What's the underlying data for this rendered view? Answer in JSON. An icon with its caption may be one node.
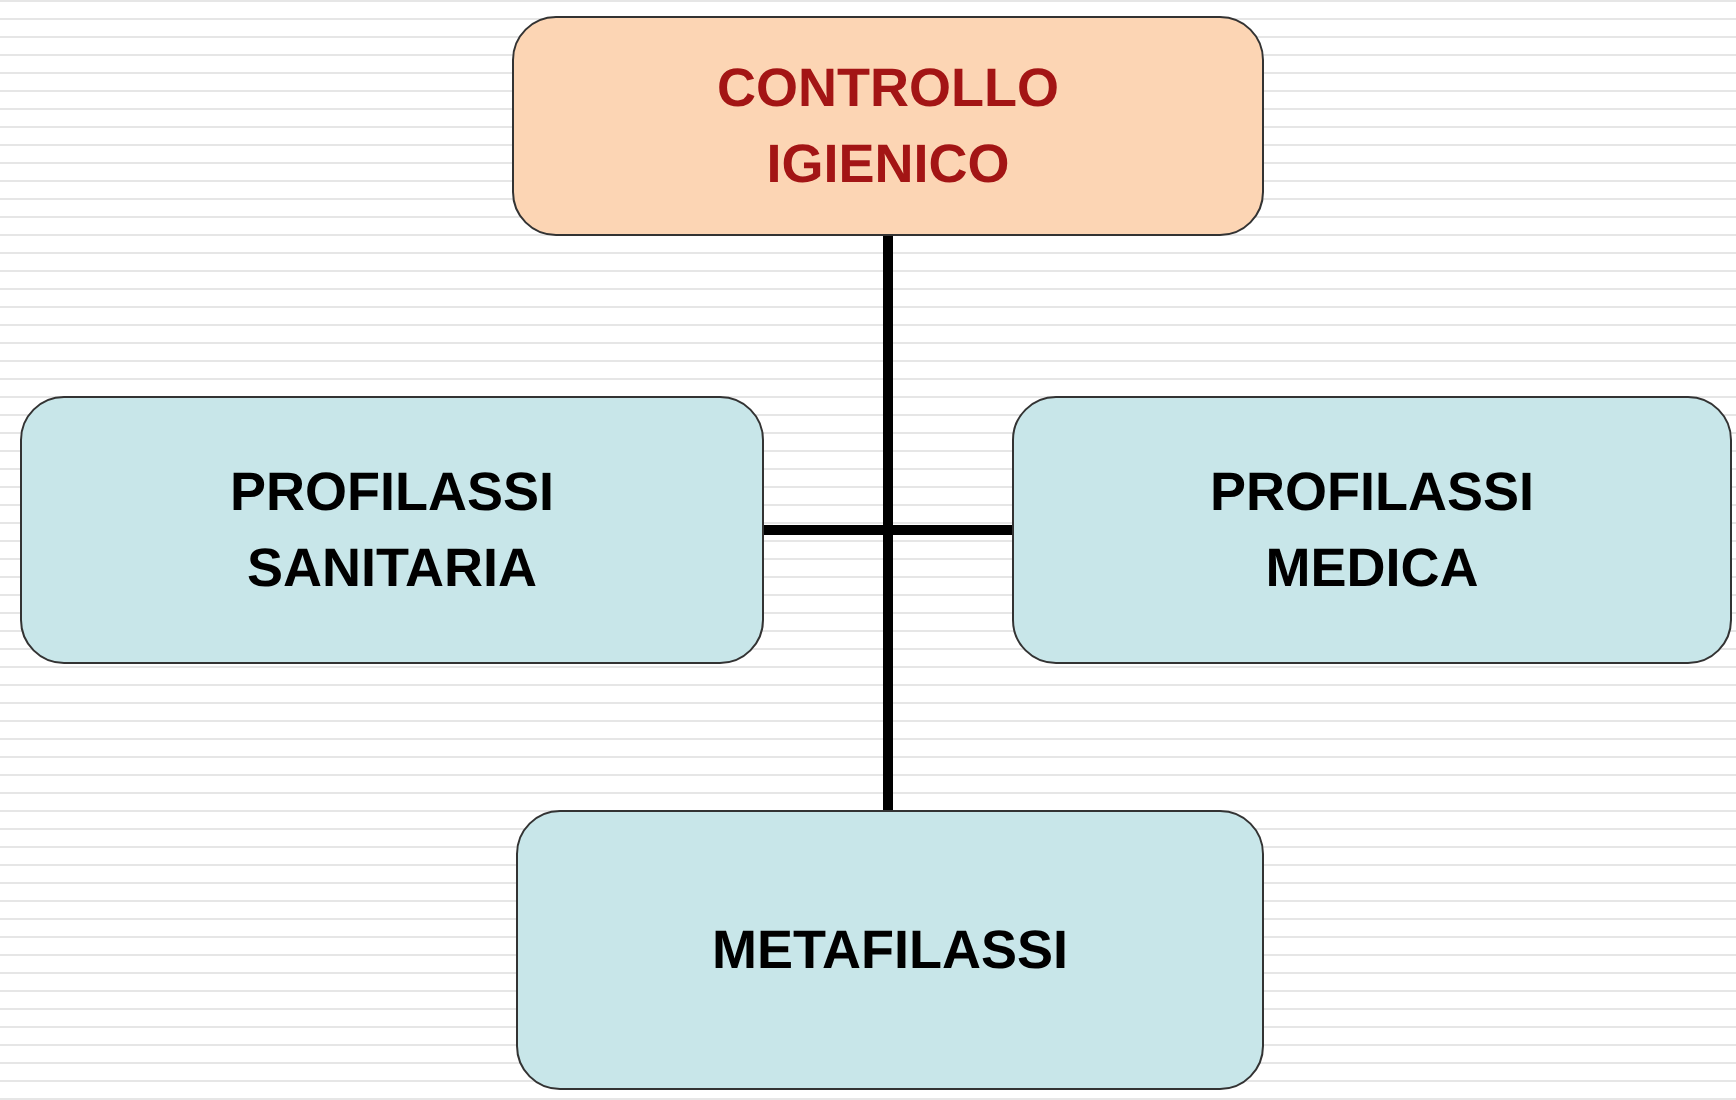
{
  "diagram": {
    "nodes": [
      {
        "text": [
          "CONTROLLO IGIENICO"
        ]
      },
      {
        "text": [
          "PROFILASSI SANITARIA"
        ]
      },
      {
        "text": [
          "PROFILASSI MEDICA"
        ]
      },
      {
        "text": [
          "METAFILASSI"
        ]
      }
    ],
    "edges": [
      {
        "from": 0,
        "to": 1,
        "arrow": "none"
      },
      {
        "from": 0,
        "to": 2,
        "arrow": "none"
      },
      {
        "from": 0,
        "to": 3,
        "arrow": "none"
      }
    ]
  }
}
